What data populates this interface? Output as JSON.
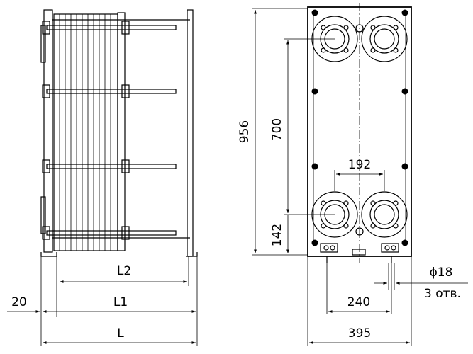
{
  "dimensions": {
    "L": "L",
    "L1": "L1",
    "L2": "L2",
    "offset_20": "20",
    "height_956": "956",
    "height_700": "700",
    "height_142": "142",
    "port_spacing_192": "192",
    "foot_spacing_240": "240",
    "width_395": "395",
    "hole_diameter": "ϕ18",
    "hole_count": "3 отв."
  },
  "colors": {
    "line": "#000000",
    "background": "#ffffff"
  }
}
